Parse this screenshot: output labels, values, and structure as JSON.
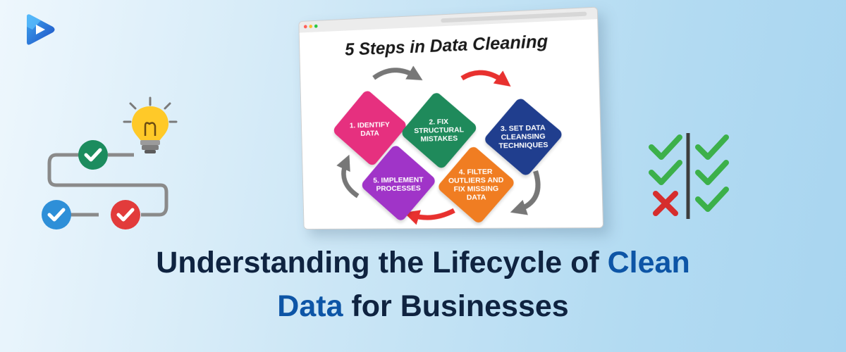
{
  "colors": {
    "brand_blue": "#0d55a6",
    "headline_dark": "#0f2340",
    "step1": "#e6307f",
    "step2": "#1f8a5b",
    "step3": "#203e8e",
    "step4": "#f07d22",
    "step5": "#a034c8",
    "arrow_gray": "#777777",
    "arrow_red": "#e8312f"
  },
  "icons": [
    "logo-play-icon",
    "lightbulb-icon",
    "check-icon",
    "cross-icon"
  ],
  "infographic": {
    "title": "5 Steps in Data Cleaning",
    "steps": [
      {
        "line1": "1. IDENTIFY",
        "line2": "DATA",
        "line3": ""
      },
      {
        "line1": "2. FIX",
        "line2": "STRUCTURAL",
        "line3": "MISTAKES"
      },
      {
        "line1": "3. SET DATA",
        "line2": "CLEANSING",
        "line3": "TECHNIQUES"
      },
      {
        "line1": "4. FILTER",
        "line2": "OUTLIERS AND",
        "line3": "FIX MISSING",
        "line4": "DATA"
      },
      {
        "line1": "5. IMPLEMENT",
        "line2": "PROCESSES",
        "line3": ""
      }
    ]
  },
  "headline": {
    "part1": "Understanding the Lifecycle of ",
    "highlight1": "Clean",
    "highlight2": "Data",
    "part2": " for Businesses"
  }
}
